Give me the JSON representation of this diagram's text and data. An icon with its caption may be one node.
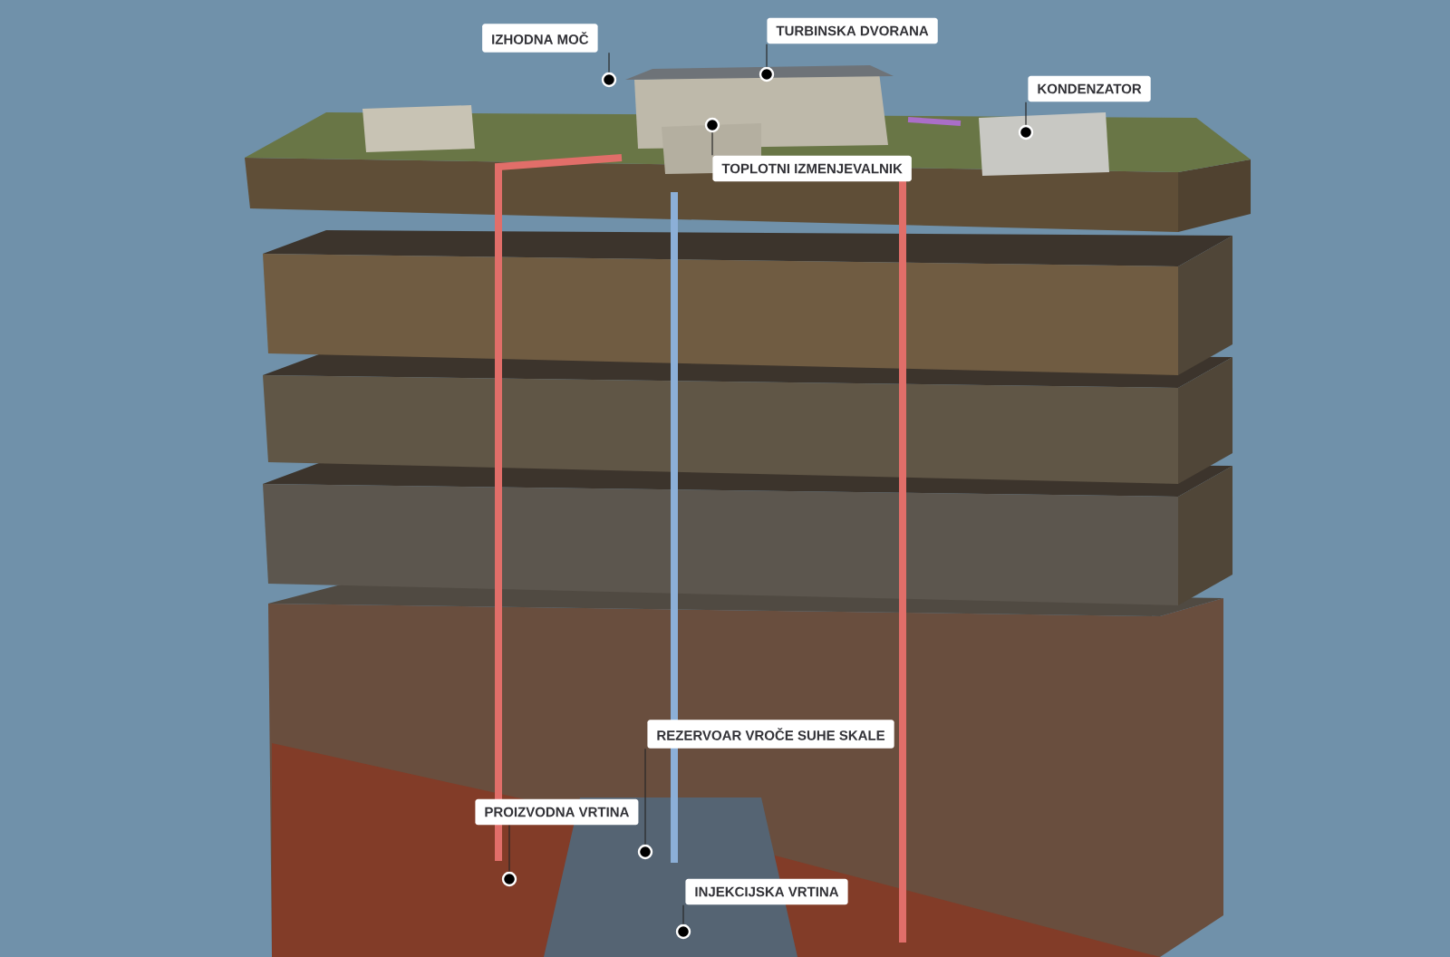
{
  "diagram": {
    "nodes": [
      {
        "text": [
          "IZHODNA MOČ"
        ]
      },
      {
        "text": [
          "TURBINSKA DVORANA"
        ]
      },
      {
        "text": [
          "KONDENZATOR"
        ]
      },
      {
        "text": [
          "TOPLOTNI IZMENJEVALNIK"
        ]
      },
      {
        "text": [
          "REZERVOAR VROČE SUHE SKALE"
        ]
      },
      {
        "text": [
          "PROIZVODNA VRTINA"
        ]
      },
      {
        "text": [
          "INJEKCIJSKA VRTINA"
        ]
      },
      {
        "text": [],
        "shape": "circle"
      },
      {
        "text": [],
        "shape": "circle"
      },
      {
        "text": [],
        "shape": "circle"
      },
      {
        "text": [],
        "shape": "circle"
      },
      {
        "text": [],
        "shape": "circle"
      },
      {
        "text": [],
        "shape": "circle"
      },
      {
        "text": [],
        "shape": "circle"
      }
    ],
    "edges": [
      {
        "from": 0,
        "to": 7,
        "arrow": "none"
      },
      {
        "from": 1,
        "to": 8,
        "arrow": "none"
      },
      {
        "from": 2,
        "to": 9,
        "arrow": "none"
      },
      {
        "from": 3,
        "to": 10,
        "arrow": "none"
      },
      {
        "from": 4,
        "to": 11,
        "arrow": "none"
      },
      {
        "from": 5,
        "to": 12,
        "arrow": "none"
      },
      {
        "from": 6,
        "to": 13,
        "arrow": "none"
      }
    ]
  }
}
